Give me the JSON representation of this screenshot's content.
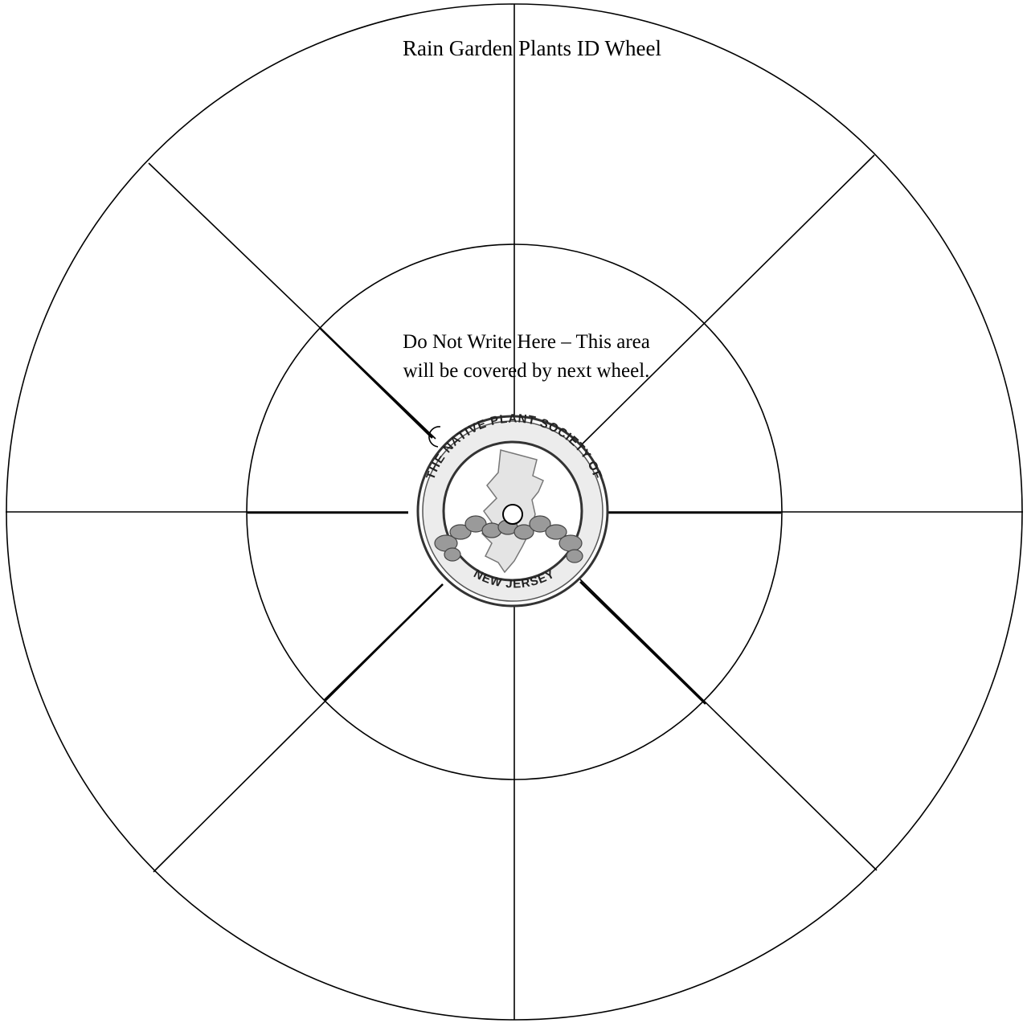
{
  "title": "Rain Garden Plants ID Wheel",
  "inner_note": {
    "line1": "Do Not Write Here – This area",
    "line2": "will be covered by next wheel."
  },
  "seal": {
    "top_text": "THE NATIVE PLANT SOCIETY OF",
    "bottom_text": "NEW JERSEY"
  },
  "wheel": {
    "sections": 8
  },
  "colors": {
    "line": "#000000",
    "seal_ring": "#333333",
    "seal_fill": "#d9d9d9",
    "map_fill": "#e8e8e8"
  }
}
